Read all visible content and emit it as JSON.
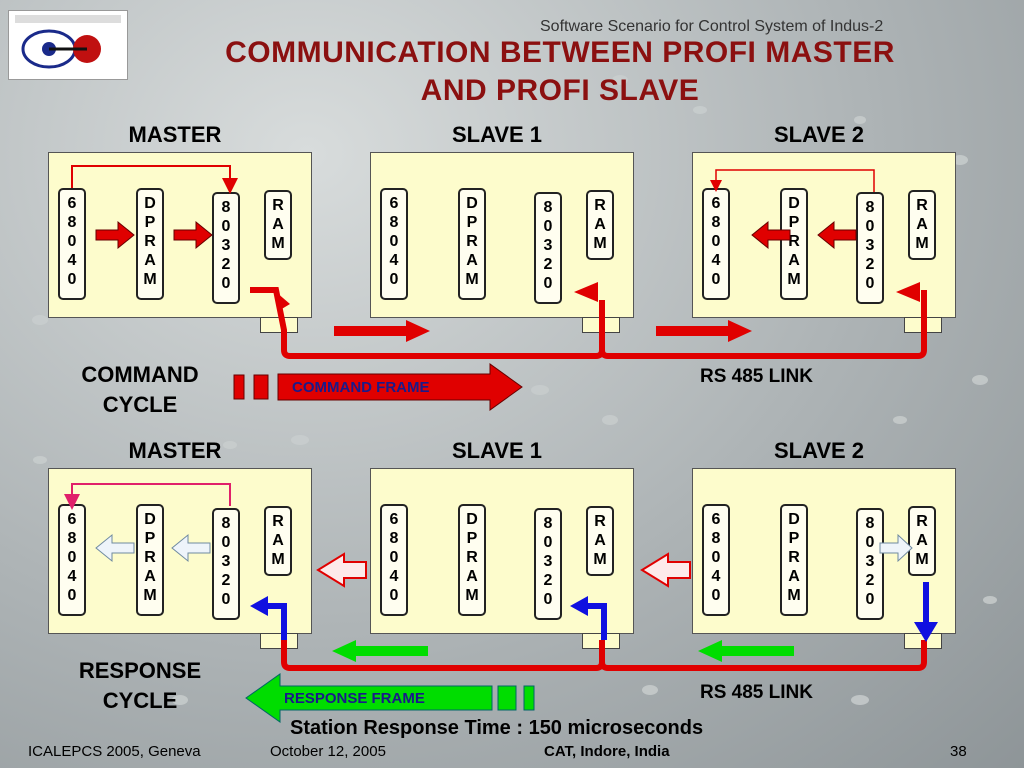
{
  "header": {
    "subtitle": "Software Scenario for Control System of Indus-2",
    "title_line1": "COMMUNICATION BETWEEN PROFI MASTER",
    "title_line2": "AND PROFI SLAVE"
  },
  "top": {
    "labels": [
      "MASTER",
      "SLAVE 1",
      "SLAVE 2"
    ],
    "cycle": [
      "COMMAND",
      "CYCLE"
    ],
    "frame": "COMMAND FRAME",
    "link": "RS 485 LINK"
  },
  "bottom": {
    "labels": [
      "MASTER",
      "SLAVE  1",
      "SLAVE 2"
    ],
    "cycle": [
      "RESPONSE",
      "CYCLE"
    ],
    "frame": "RESPONSE FRAME",
    "link": "RS 485 LINK"
  },
  "chips": {
    "cpu": [
      "6",
      "8",
      "0",
      "4",
      "0"
    ],
    "dpram": [
      "D",
      "P",
      "R",
      "A",
      "M"
    ],
    "comm": [
      "8",
      "0",
      "3",
      "2",
      "0"
    ],
    "ram": [
      "R",
      "A",
      "M"
    ]
  },
  "station_response": "Station Response Time : 150 microseconds",
  "footer": {
    "conference": "ICALEPCS 2005, Geneva",
    "date": "October 12, 2005",
    "org": "CAT, Indore, India",
    "page": "38"
  },
  "colors": {
    "title": "#8b1010",
    "command_arrow": "#e00000",
    "response_arrow": "#00dd00",
    "blue_arrow": "#1010e0",
    "card": "#fdfccc"
  }
}
